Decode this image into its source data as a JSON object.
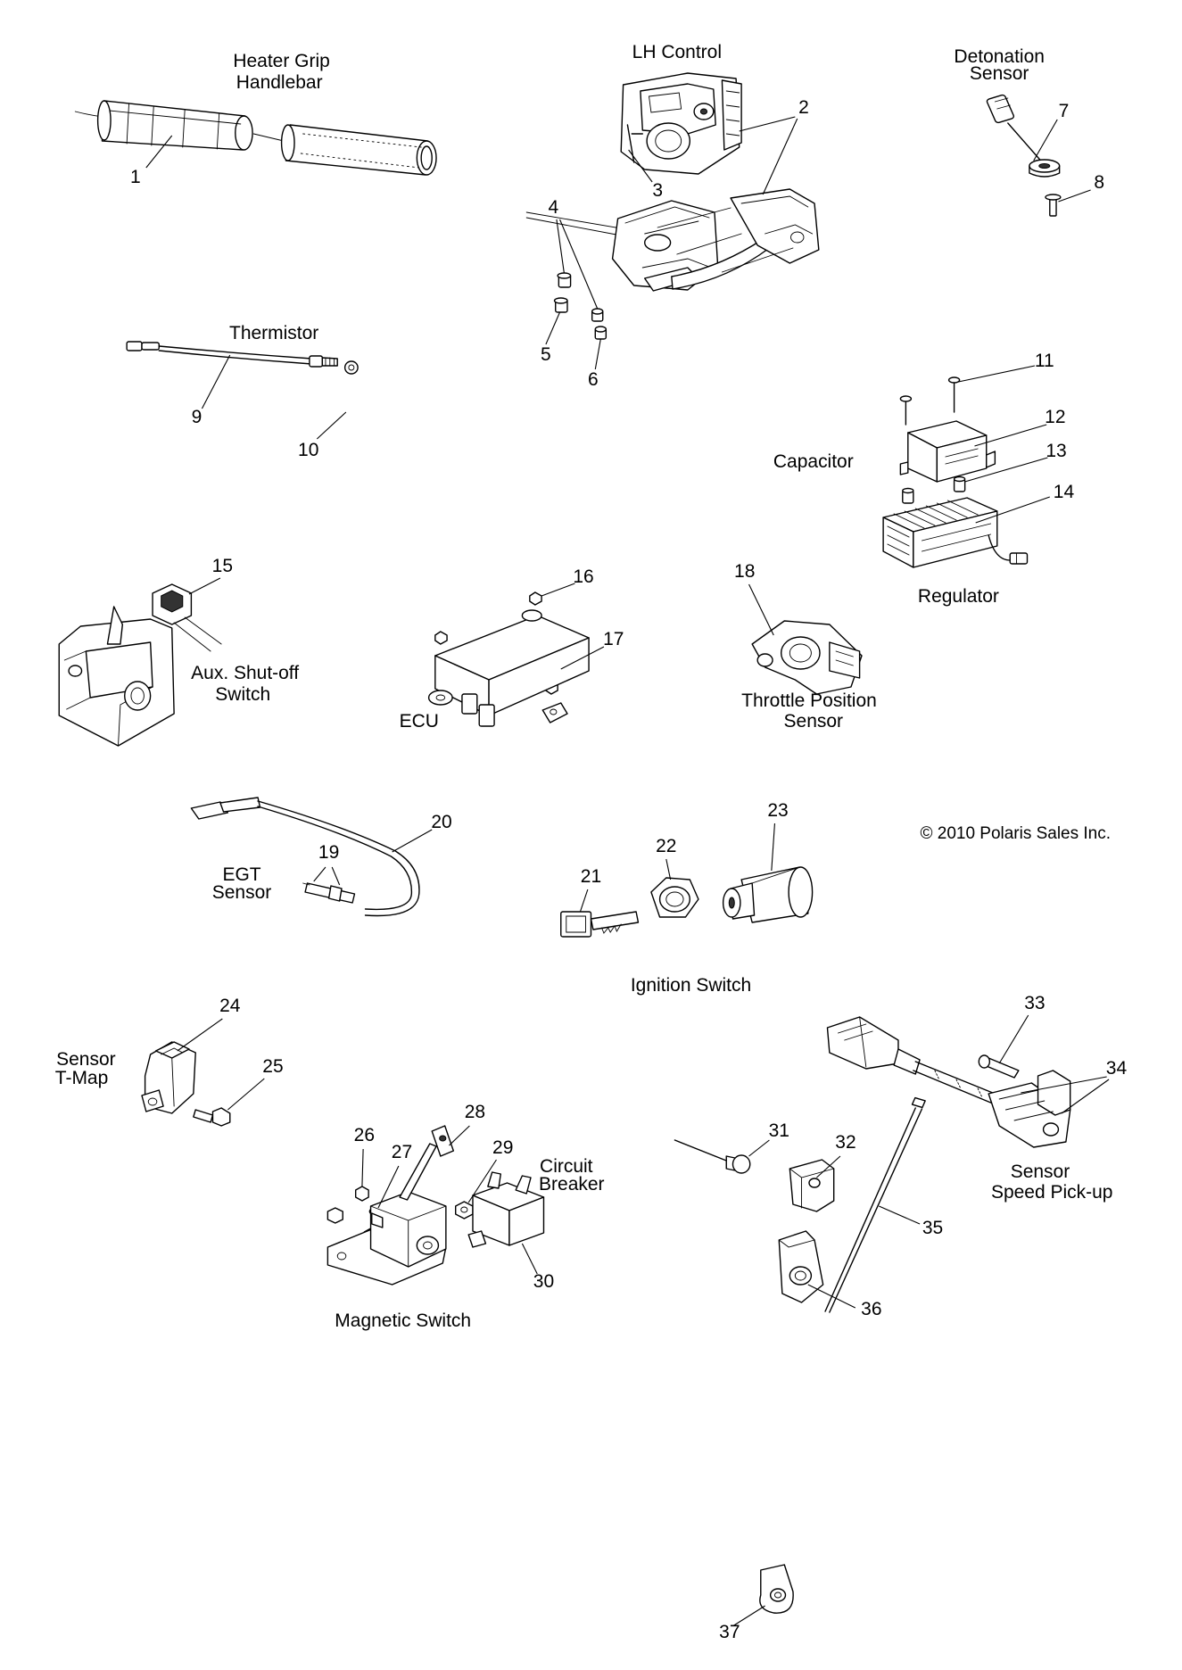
{
  "labels": {
    "heater_grip": [
      "Heater Grip",
      "Handlebar"
    ],
    "lh_control": "LH Control",
    "detonation_sensor": [
      "Detonation",
      "Sensor"
    ],
    "thermistor": "Thermistor",
    "capacitor": "Capacitor",
    "regulator": "Regulator",
    "aux_shutoff_switch": [
      "Aux. Shut-off",
      "Switch"
    ],
    "ecu": "ECU",
    "throttle_position_sensor": [
      "Throttle Position",
      "Sensor"
    ],
    "egt_sensor": [
      "EGT",
      "Sensor"
    ],
    "ignition_switch": "Ignition Switch",
    "sensor_tmap": [
      "Sensor",
      "T-Map"
    ],
    "circuit_breaker": [
      "Circuit",
      "Breaker"
    ],
    "sensor_speed_pickup": [
      "Sensor",
      "Speed Pick-up"
    ],
    "magnetic_switch": "Magnetic Switch"
  },
  "callouts": [
    "1",
    "2",
    "3",
    "4",
    "5",
    "6",
    "7",
    "8",
    "9",
    "10",
    "11",
    "12",
    "13",
    "14",
    "15",
    "16",
    "17",
    "18",
    "19",
    "20",
    "21",
    "22",
    "23",
    "24",
    "25",
    "26",
    "27",
    "28",
    "29",
    "30",
    "31",
    "32",
    "33",
    "34",
    "35",
    "36",
    "37"
  ],
  "copyright": "© 2010 Polaris Sales Inc."
}
